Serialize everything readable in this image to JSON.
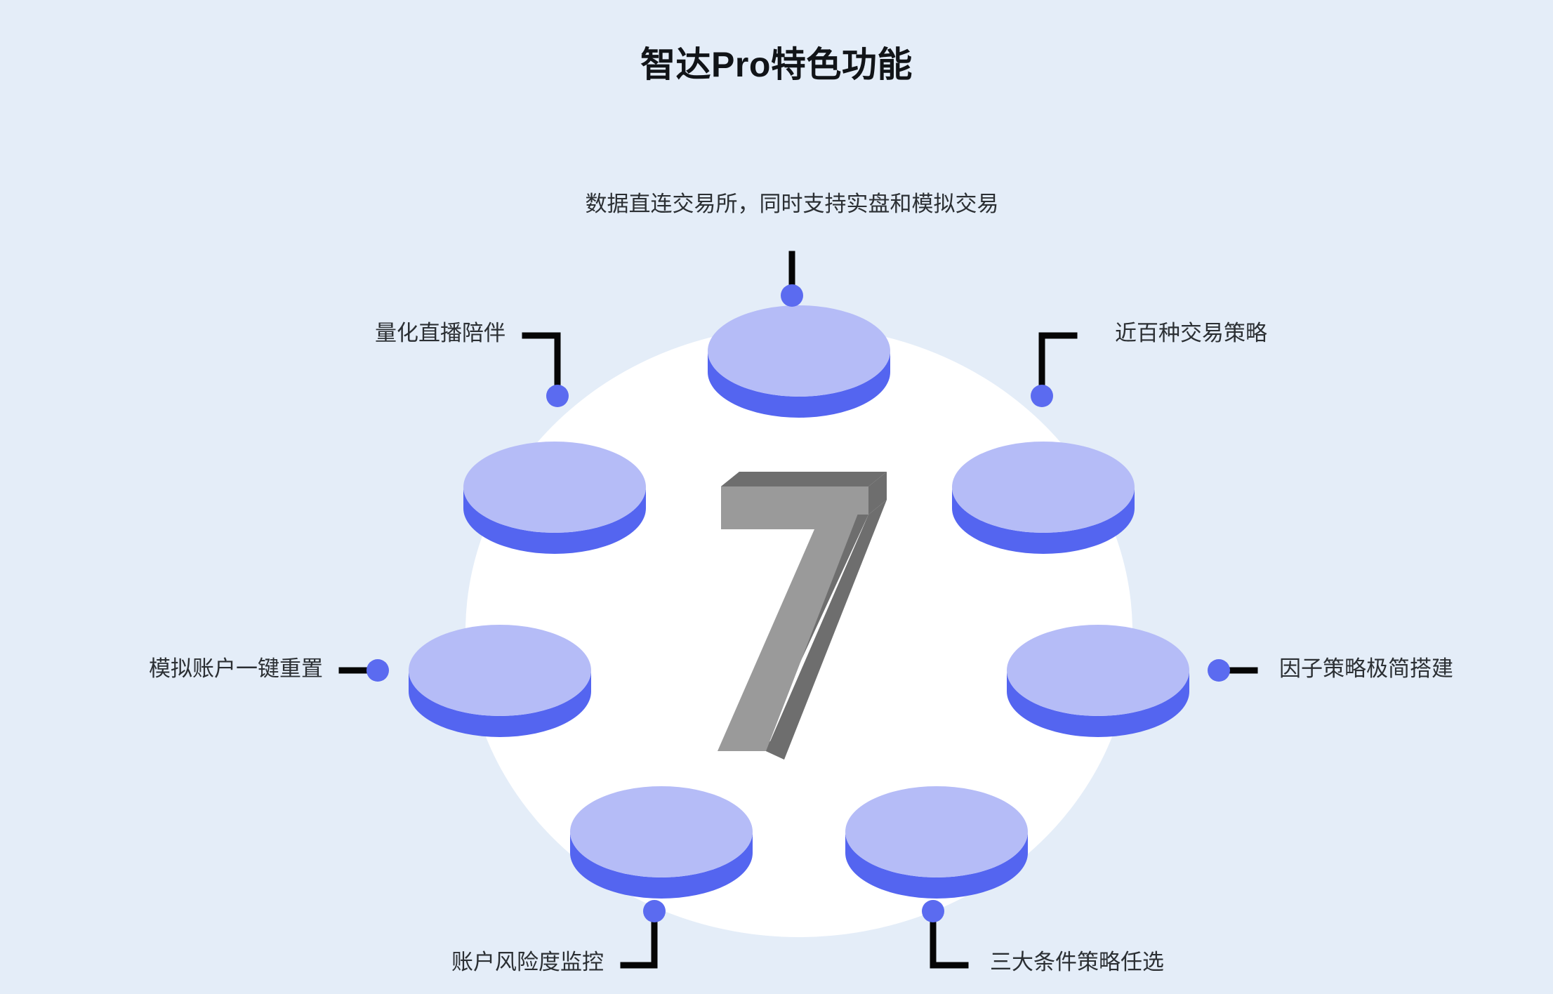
{
  "title": "智达Pro特色功能",
  "center": {
    "numeral": "7",
    "front_color": "#9a9a9a",
    "side_color": "#6e6e6e",
    "backdrop_color": "#ffffff"
  },
  "theme": {
    "background": "#e4edf8",
    "disc_top": "#b5bcf7",
    "disc_side": "#5465f0",
    "connector_line": "#050505",
    "connector_dot": "#5b6bf0",
    "label_text": "#2b2f33",
    "title_text": "#111418"
  },
  "features": [
    {
      "id": "data-exchange",
      "label": "数据直连交易所，同时支持实盘和模拟交易",
      "position": "top",
      "connector": "vertical"
    },
    {
      "id": "live-companion",
      "label": "量化直播陪伴",
      "position": "top-left",
      "connector": "elbow"
    },
    {
      "id": "strategy-count",
      "label": "近百种交易策略",
      "position": "top-right",
      "connector": "elbow"
    },
    {
      "id": "account-reset",
      "label": "模拟账户一键重置",
      "position": "left",
      "connector": "horizontal"
    },
    {
      "id": "factor-builder",
      "label": "因子策略极简搭建",
      "position": "right",
      "connector": "horizontal"
    },
    {
      "id": "risk-monitor",
      "label": "账户风险度监控",
      "position": "bottom-left",
      "connector": "elbow"
    },
    {
      "id": "conditional-strategy",
      "label": "三大条件策略任选",
      "position": "bottom-right",
      "connector": "elbow"
    }
  ]
}
